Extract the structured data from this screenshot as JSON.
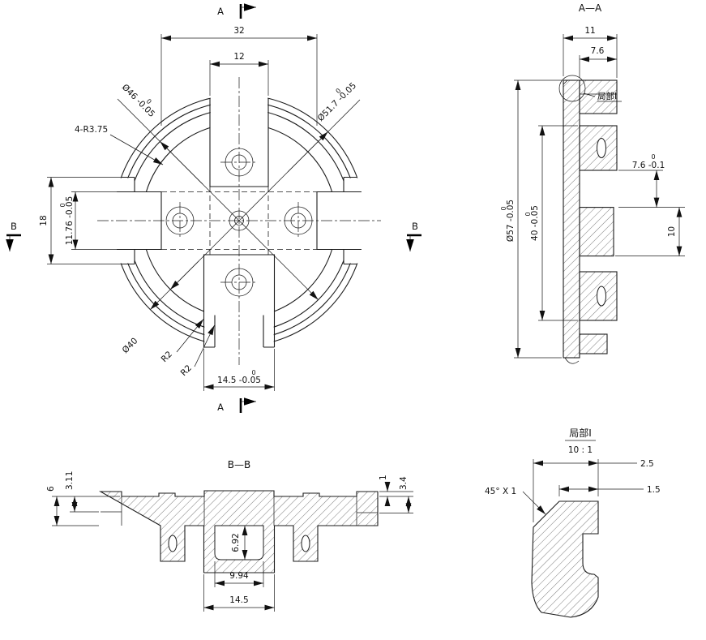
{
  "front": {
    "marker_a_top": "A",
    "marker_a_bottom": "A",
    "marker_b_left": "B",
    "marker_b_right": "B",
    "dim_32": "32",
    "dim_12": "12",
    "dia46": "Ø46 -0.05",
    "dia46_tol": "0",
    "dia517": "Ø51.7 -0.05",
    "dia517_tol": "0",
    "fillets": "4-R3.75",
    "dim_18": "18",
    "dim_1176": "11.76 -0.05",
    "dim_1176_tol": "0",
    "dia40": "Ø40",
    "r2_a": "R2",
    "r2_b": "R2",
    "dim_145": "14.5 -0.05",
    "dim_145_tol": "0"
  },
  "section_aa": {
    "title": "A—A",
    "dim_11": "11",
    "dim_76": "7.6",
    "dia57": "Ø57 -0.05",
    "dia57_tol": "0",
    "dim_40": "40 -0.05",
    "dim_40_tol": "0",
    "dim_76r": "7.6 -0.1",
    "dim_76r_tol": "0",
    "dim_10": "10",
    "detail_callout": "局部I"
  },
  "section_bb": {
    "title": "B—B",
    "dim_6": "6",
    "dim_311": "3.11",
    "dim_1": "1",
    "dim_34": "3.4",
    "dim_692": "6.92",
    "dim_994": "9.94",
    "dim_145": "14.5"
  },
  "detail": {
    "title": "局部I",
    "scale": "10 : 1",
    "dim_25": "2.5",
    "dim_15": "1.5",
    "chamfer": "45° X 1"
  }
}
